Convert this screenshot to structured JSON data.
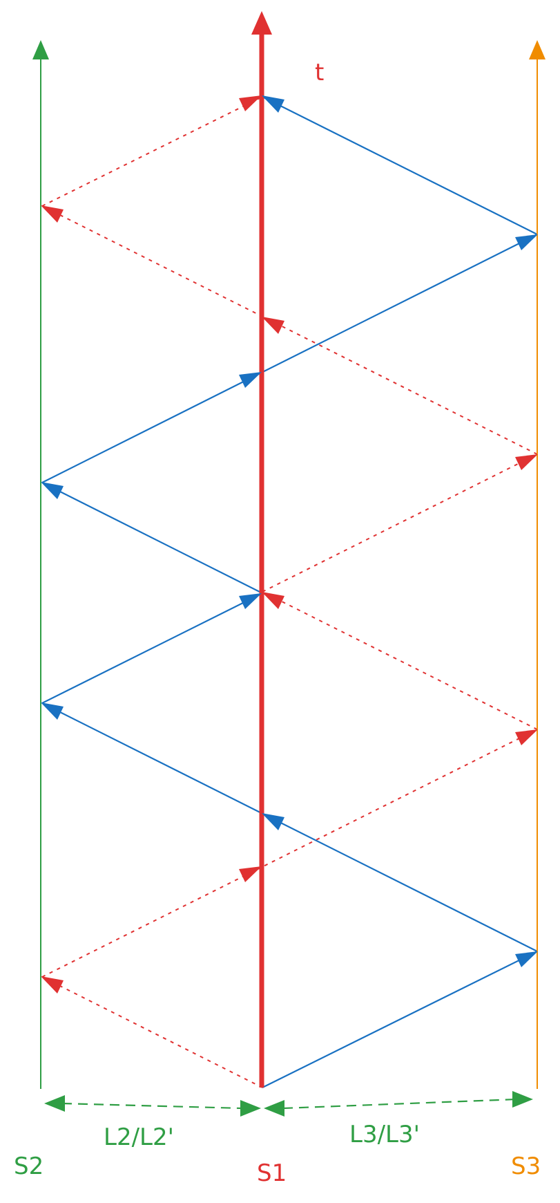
{
  "labels": {
    "time_axis": "t",
    "s1": "S1",
    "s2": "S2",
    "s3": "S3",
    "left_distance": "L2/L2'",
    "right_distance": "L3/L3'"
  },
  "colors": {
    "s1_axis": "#e03131",
    "s2_axis": "#2f9e44",
    "s3_axis": "#f08c00",
    "signal_solid": "#1971c2",
    "signal_dashed": "#e03131",
    "distance_marker": "#2f9e44"
  }
}
